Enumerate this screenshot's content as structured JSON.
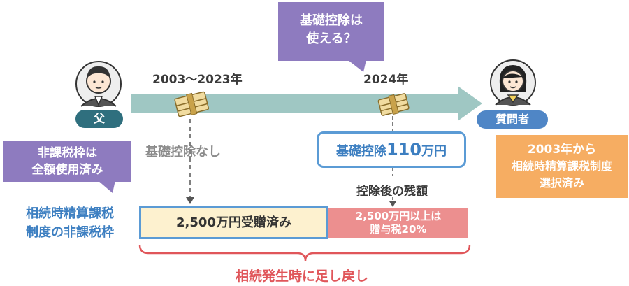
{
  "callout_top": {
    "line1": "基礎控除は",
    "line2": "使える？"
  },
  "callout_left": {
    "line1": "非課税枠は",
    "line2": "全額使用済み"
  },
  "callout_right": {
    "line1": "2003年から",
    "line2": "相続時精算課税制度",
    "line3": "選択済み"
  },
  "father": {
    "label": "父"
  },
  "questioner": {
    "label": "質問者"
  },
  "timeline": {
    "year_left": "2003〜2023年",
    "year_right": "2024年"
  },
  "notes": {
    "no_deduction": "基礎控除なし",
    "after_deduction": "控除後の残額"
  },
  "basic_deduction": {
    "text_prefix": "基礎控除",
    "amount": "110",
    "unit": "万円"
  },
  "left_caption": {
    "line1": "相続時精算課税",
    "line2": "制度の非課税枠"
  },
  "bar": {
    "yellow_label": "2,500万円受贈済み",
    "red_line1": "2,500万円以上は",
    "red_line2": "贈与税20%"
  },
  "bottom_label": "相続発生時に足し戻し",
  "colors": {
    "purple": "#8e7bbf",
    "orange": "#f6ad62",
    "teal_arrow": "#9fc7c3",
    "blue": "#3d7fc1",
    "father_badge": "#2f6f7e",
    "questioner_badge": "#4f86c6",
    "yellow_fill": "#fdf1cf",
    "red_fill": "#ec8f8f",
    "red_text": "#e0565a"
  },
  "icons": [
    "father-avatar-icon",
    "questioner-avatar-icon",
    "money-stack-icon",
    "timeline-arrow-icon"
  ]
}
